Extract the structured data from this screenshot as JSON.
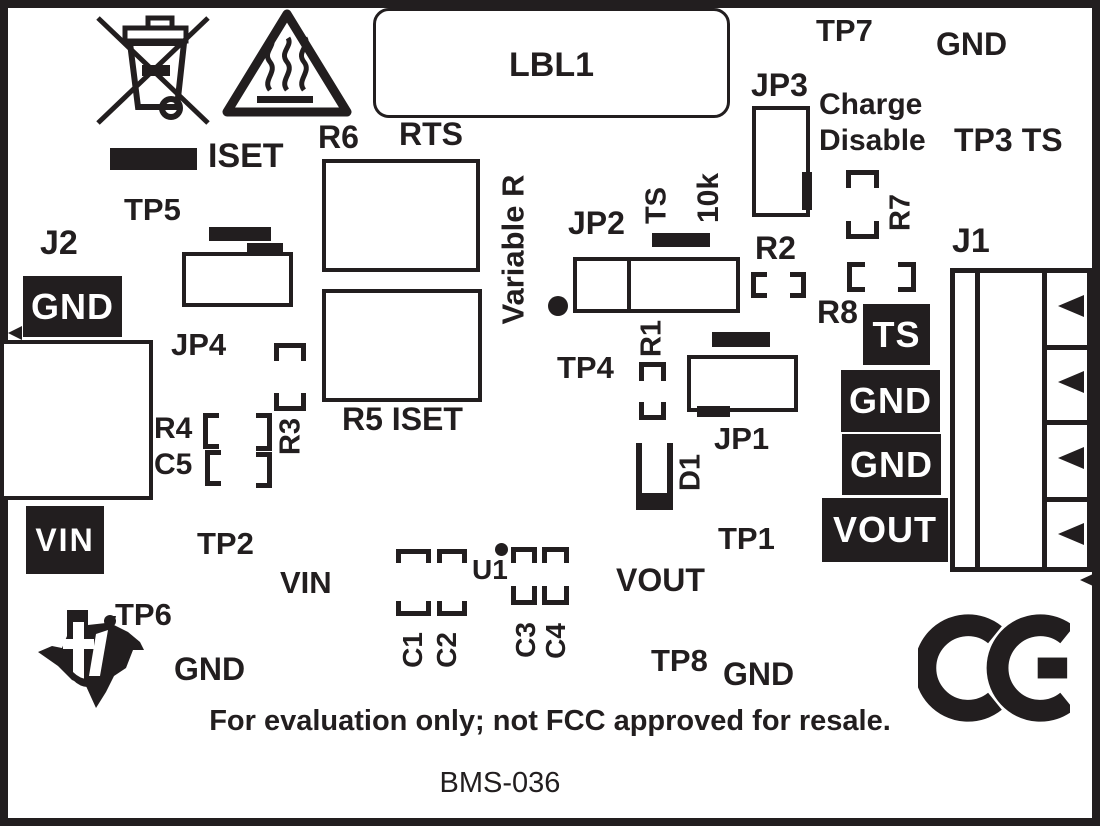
{
  "board": {
    "part_number": "BMS-036",
    "disclaimer": "For evaluation only; not FCC approved for resale.",
    "label_box": "LBL1"
  },
  "labels": {
    "tp1": "TP1",
    "tp2": "TP2",
    "tp3": "TP3",
    "tp4": "TP4",
    "tp5": "TP5",
    "tp6": "TP6",
    "tp7": "TP7",
    "tp8": "TP8",
    "j1": "J1",
    "j2": "J2",
    "jp1": "JP1",
    "jp2": "JP2",
    "jp3": "JP3",
    "jp4": "JP4",
    "r1": "R1",
    "r2": "R2",
    "r3": "R3",
    "r4": "R4",
    "r5_iset": "R5 ISET",
    "r6": "R6",
    "r7": "R7",
    "r8": "R8",
    "c1": "C1",
    "c2": "C2",
    "c3": "C3",
    "c4": "C4",
    "c5": "C5",
    "d1": "D1",
    "u1": "U1",
    "rts": "RTS",
    "iset": "ISET",
    "variable_r": "Variable R",
    "ts": "TS",
    "r_10k": "10k",
    "charge_disable_1": "Charge",
    "charge_disable_2": "Disable",
    "gnd": "GND",
    "vin": "VIN",
    "vout": "VOUT"
  },
  "icons": {
    "weee": "weee-crossed-bin-icon",
    "hot_surface": "hot-surface-warning-icon",
    "ti_logo": "texas-instruments-logo",
    "ce_mark": "ce-mark-icon"
  },
  "colors": {
    "silkscreen": "#221e1f",
    "background": "#ffffff"
  }
}
